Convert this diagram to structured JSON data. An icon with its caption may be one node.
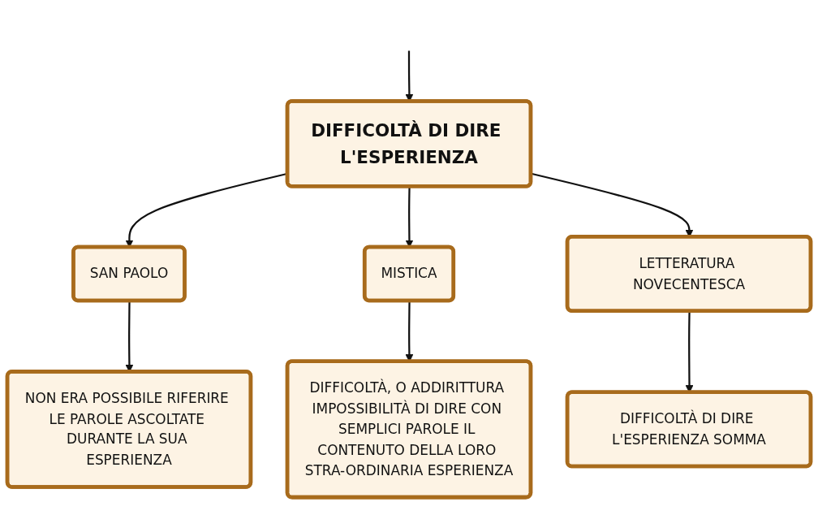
{
  "diagram": {
    "nodes": [
      {
        "text": [
          "DIFFICOLTÀ DI DIRE L'ESPERIENZA"
        ]
      },
      {
        "text": [
          "SAN PAOLO"
        ]
      },
      {
        "text": [
          "MISTICA"
        ]
      },
      {
        "text": [
          "LETTERATURA NOVECENTESCA"
        ]
      },
      {
        "text": [
          "NON ERA POSSIBILE RIFERIRE LE PAROLE ASCOLTATE DURANTE LA SUA ESPERIENZA"
        ]
      },
      {
        "text": [
          "DIFFICOLTÀ, O ADDIRITTURA IMPOSSIBILITÀ DI DIRE CON SEMPLICI PAROLE IL CONTENUTO DELLA LORO STRA-ORDINARIA ESPERIENZA"
        ]
      },
      {
        "text": [
          "DIFFICOLTÀ DI DIRE L'ESPERIENZA SOMMA"
        ]
      }
    ],
    "edges": [
      {
        "from": null,
        "to": 0,
        "arrow": "to"
      },
      {
        "from": 0,
        "to": 1,
        "arrow": "to"
      },
      {
        "from": 0,
        "to": 2,
        "arrow": "to"
      },
      {
        "from": 0,
        "to": 3,
        "arrow": "to"
      },
      {
        "from": 1,
        "to": 4,
        "arrow": "to"
      },
      {
        "from": 2,
        "to": 5,
        "arrow": "to"
      },
      {
        "from": 3,
        "to": 6,
        "arrow": "to"
      }
    ]
  }
}
